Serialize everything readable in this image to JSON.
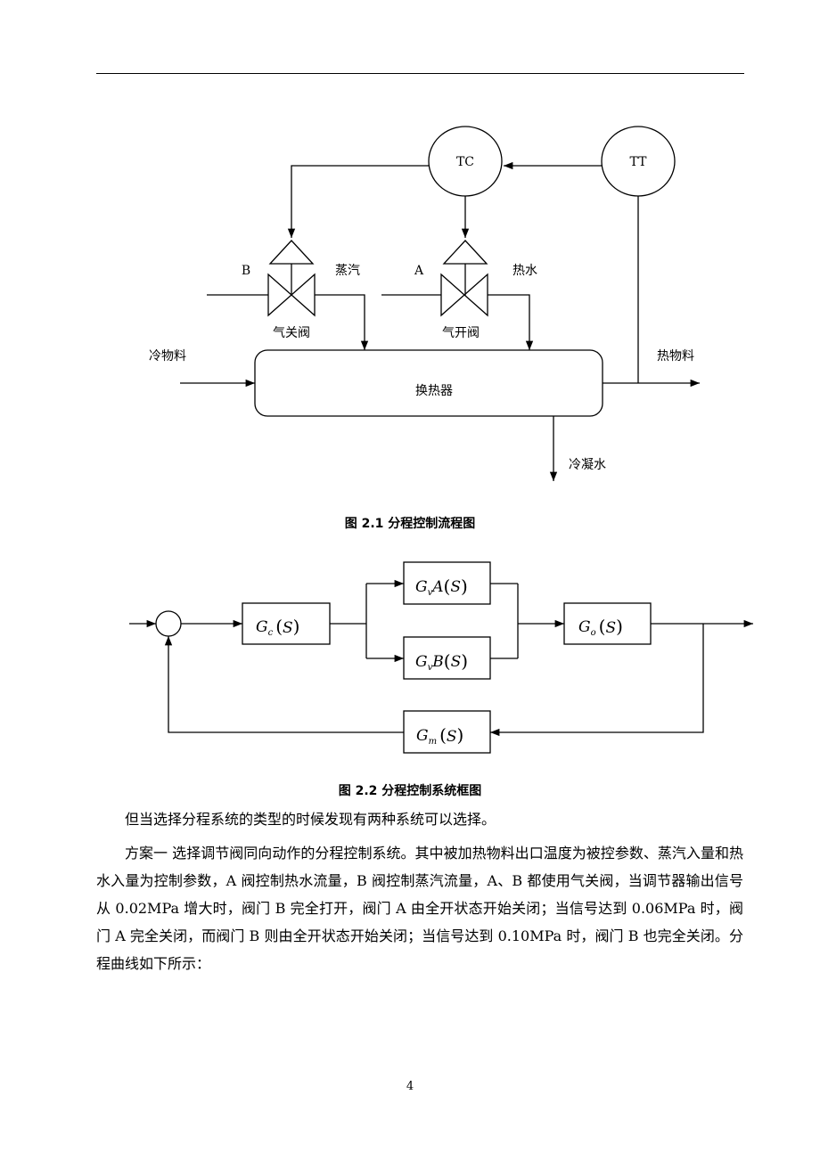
{
  "fig1": {
    "tc": "TC",
    "tt": "TT",
    "valve_b_letter": "B",
    "valve_b_medium": "蒸汽",
    "valve_b_type": "气关阀",
    "valve_a_letter": "A",
    "valve_a_medium": "热水",
    "valve_a_type": "气开阀",
    "cold_in": "冷物料",
    "exchanger": "换热器",
    "hot_out": "热物料",
    "condensate": "冷凝水",
    "caption": "图 2.1 分程控制流程图"
  },
  "fig2": {
    "gc": {
      "g": "G",
      "sub": "c",
      "s": "S"
    },
    "gva": {
      "g": "G",
      "sub": "v",
      "letter": "A",
      "s": "S"
    },
    "gvb": {
      "g": "G",
      "sub": "v",
      "letter": "B",
      "s": "S"
    },
    "go": {
      "g": "G",
      "sub": "o",
      "s": "S"
    },
    "gm": {
      "g": "G",
      "sub": "m",
      "s": "S"
    },
    "caption": "图 2.2 分程控制系统框图"
  },
  "body": {
    "p1": "但当选择分程系统的类型的时候发现有两种系统可以选择。",
    "p2": "方案一 选择调节阀同向动作的分程控制系统。其中被加热物料出口温度为被控参数、蒸汽入量和热水入量为控制参数，A 阀控制热水流量，B 阀控制蒸汽流量，A、B 都使用气关阀，当调节器输出信号从 0.02MPa 增大时，阀门 B 完全打开，阀门 A 由全开状态开始关闭；当信号达到 0.06MPa 时，阀门 A 完全关闭，而阀门 B 则由全开状态开始关闭；当信号达到 0.10MPa 时，阀门 B 也完全关闭。分程曲线如下所示："
  },
  "page_number": "4"
}
